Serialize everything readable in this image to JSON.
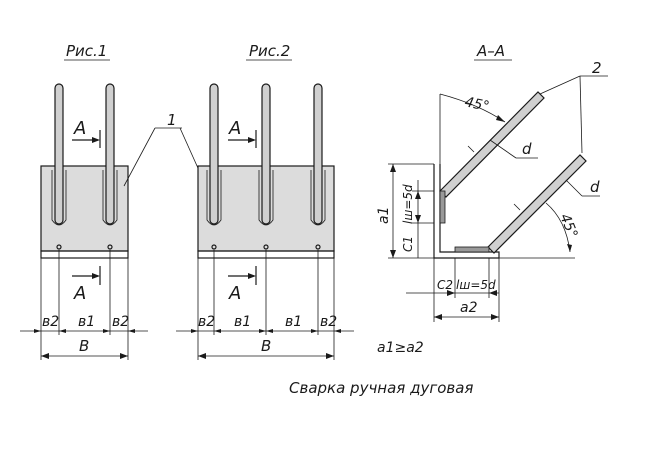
{
  "labels": {
    "fig1": "Рис.1",
    "fig2": "Рис.2",
    "section": "А–А",
    "section_mark": "А",
    "callout_1": "1",
    "callout_2": "2",
    "b1": "в1",
    "b2": "в2",
    "B": "В",
    "a1": "a1",
    "a2": "a2",
    "c1": "С1",
    "c2": "С2",
    "lw1": "lш=5d",
    "lw2": "lш=5d",
    "d": "d",
    "angle45": "45°",
    "relation": "a1≥a2",
    "caption": "Сварка ручная дуговая"
  }
}
